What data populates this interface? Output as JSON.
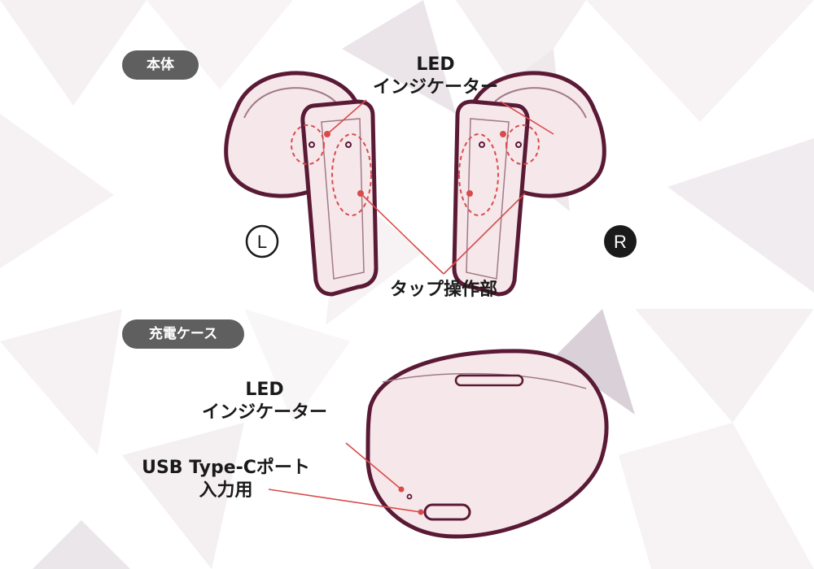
{
  "sections": {
    "earbuds_label": "本体",
    "case_label": "充電ケース"
  },
  "earbuds": {
    "led_line1": "LED",
    "led_line2": "インジケーター",
    "tap_label": "タップ操作部",
    "left_marker": "L",
    "right_marker": "R"
  },
  "case": {
    "led_line1": "LED",
    "led_line2": "インジケーター",
    "usb_line1": "USB Type-Cポート",
    "usb_line2": "入力用"
  },
  "colors": {
    "outline": "#5a1a35",
    "body_fill": "#f6e7ea",
    "pointer": "#d94b4b",
    "pill_bg": "#5f5f5f"
  }
}
